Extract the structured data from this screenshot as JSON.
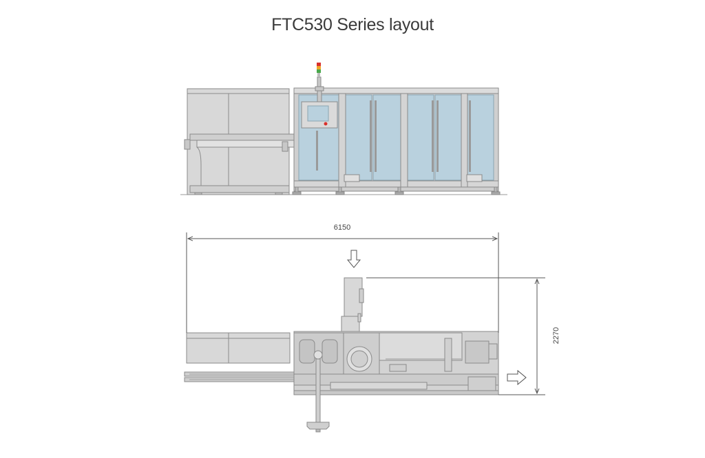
{
  "title": "FTC530 Series layout",
  "dimensions": {
    "width": "6150",
    "depth": "2270"
  },
  "colors": {
    "machine_fill": "#d8d8d8",
    "machine_stroke": "#8a8a8a",
    "glass_fill": "#b9d1de",
    "dimension_line": "#555555",
    "beacon_red": "#d9302c",
    "beacon_amber": "#f0a52a",
    "beacon_green": "#4aa84a"
  },
  "icons": {
    "infeed_arrow": "arrow-down-icon",
    "outfeed_arrow": "arrow-right-icon",
    "signal_tower": "signal-tower-icon",
    "emergency_stop": "emergency-stop-icon"
  }
}
